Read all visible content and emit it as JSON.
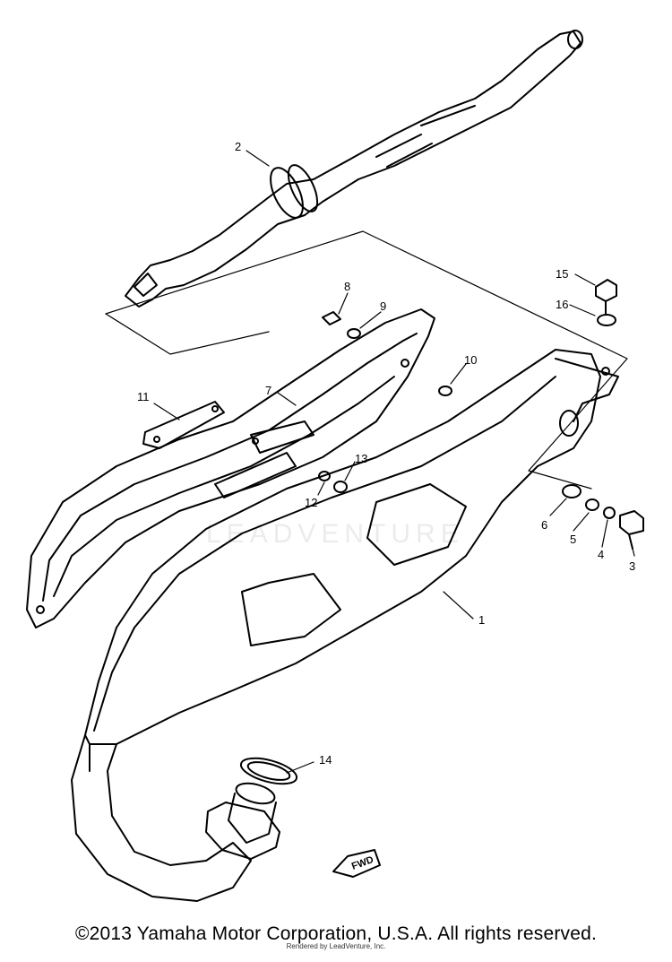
{
  "diagram": {
    "callouts": [
      "1",
      "2",
      "3",
      "4",
      "5",
      "6",
      "7",
      "8",
      "9",
      "10",
      "11",
      "12",
      "13",
      "14",
      "15",
      "16"
    ],
    "fwd_label": "FWD",
    "watermark": "LEADVENTURE"
  },
  "footer": {
    "copyright": "©2013 Yamaha Motor Corporation, U.S.A. All rights reserved.",
    "renderer": "Rendered by LeadVenture, Inc."
  }
}
